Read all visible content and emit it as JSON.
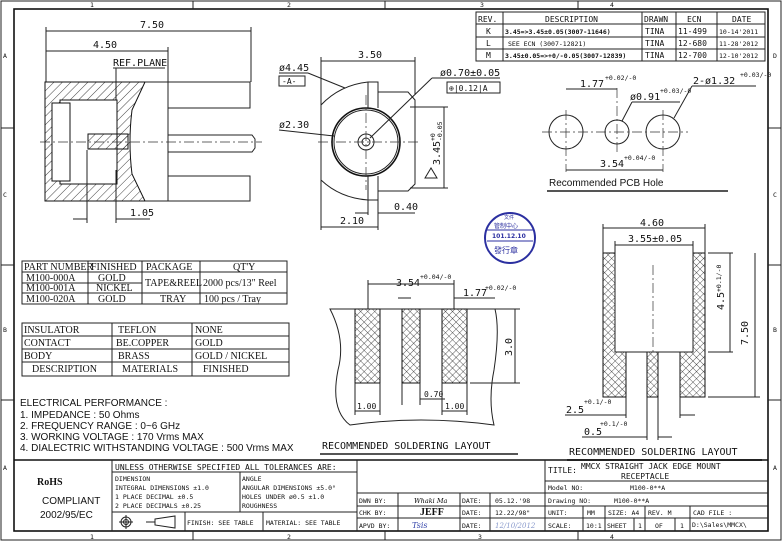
{
  "zones": {
    "top": [
      "1",
      "2",
      "3",
      "4"
    ],
    "left": [
      "A",
      "C",
      "B",
      "A"
    ],
    "right": [
      "D",
      "C",
      "B",
      "A"
    ]
  },
  "revisions": {
    "headers": [
      "REV.",
      "DESCRIPTION",
      "DRAWN",
      "ECN",
      "DATE"
    ],
    "rows": [
      [
        "K",
        "3.45=>3.45±0.05(3007-11646)",
        "TINA",
        "11-499",
        "10-14'2011"
      ],
      [
        "L",
        "SEE ECN (3007-12821)",
        "TINA",
        "12-680",
        "11-28'2012"
      ],
      [
        "M",
        "3.45±0.05=>+0/-0.05(3007-12839)",
        "TINA",
        "12-700",
        "12-10'2012"
      ]
    ]
  },
  "side_view": {
    "dim_total": "7.50",
    "dim_body": "4.50",
    "ref_plane": "REF.PLANE",
    "dim_pin": "1.05"
  },
  "front_view": {
    "width": "3.50",
    "outer_dia": "ø4.45",
    "datum": "-A-",
    "inner_dia": "ø2.30",
    "center_dia": "ø0.70±0.05",
    "position_tol": "⊕|0.12|A",
    "height": "3.45",
    "height_tol_upper": "+0",
    "height_tol_lower": "-0.05",
    "pin_gap": "0.40",
    "offset": "2.10"
  },
  "pcb_hole": {
    "title": "Recommended PCB Hole",
    "pitch": "1.77",
    "pitch_tol": "+0.02/-0",
    "center_dia": "ø0.91",
    "center_dia_tol": "+0.03/-0",
    "side_dia": "2-ø1.32",
    "side_dia_tol": "+0.03/-0",
    "span": "3.54",
    "span_tol": "+0.04/-0"
  },
  "stamp": {
    "top": "文件",
    "middle": "管制中心",
    "date": "101.12.10",
    "bottom": "發行章",
    "color": "#2b2fa0"
  },
  "solder_left": {
    "title": "RECOMMENDED SOLDERING LAYOUT",
    "span": "3.54",
    "span_tol": "+0.04/-0",
    "pitch": "1.77",
    "pitch_tol": "+0.02/-0",
    "depth": "3.0",
    "pad_left": "1.00",
    "gap": "0.70",
    "pad_right": "1.00"
  },
  "solder_right": {
    "title": "RECOMMENDED SOLDERING LAYOUT",
    "width": "4.60",
    "inner": "3.55±0.05",
    "body_len": "4.5",
    "body_tol": "+0.1/-0",
    "total_len": "7.50",
    "pad_w": "2.5",
    "pad_w_tol": "+0.1/-0",
    "pin_w": "0.5",
    "pin_w_tol": "+0.1/-0"
  },
  "parts_table": {
    "headers": [
      "PART NUMBER",
      "FINISHED",
      "PACKAGE",
      "QT'Y"
    ],
    "rows": [
      [
        "M100-000A",
        "GOLD"
      ],
      [
        "M100-001A",
        "NICKEL"
      ],
      [
        "M100-020A",
        "GOLD"
      ]
    ],
    "package_reel": "TAPE&REEL",
    "qty_reel": "2000 pcs/13\" Reel",
    "package_tray": "TRAY",
    "qty_tray": "100 pcs / Tray"
  },
  "materials_table": {
    "rows": [
      [
        "INSULATOR",
        "TEFLON",
        "NONE"
      ],
      [
        "CONTACT",
        "BE.COPPER",
        "GOLD"
      ],
      [
        "BODY",
        "BRASS",
        "GOLD / NICKEL"
      ],
      [
        "DESCRIPTION",
        "MATERIALS",
        "FINISHED"
      ]
    ]
  },
  "electrical": {
    "title": "ELECTRICAL PERFORMANCE :",
    "items": [
      "1. IMPEDANCE : 50 Ohms",
      "2. FREQUENCY RANGE : 0~6 GHz",
      "3. WORKING VOLTAGE : 170 Vrms MAX",
      "4. DIALECTRIC WITHSTANDING VOLTAGE : 500 Vrms MAX"
    ]
  },
  "title_block": {
    "rohs": "RoHS",
    "compliant": "COMPLIANT",
    "directive": "2002/95/EC",
    "tolerance_header": "UNLESS OTHERWISE SPECIFIED ALL TOLERANCES ARE:",
    "dim_lines": [
      "DIMENSION",
      "INTEGRAL  DIMENSIONS  ±1.0",
      "1 PLACE   DECIMAL    ±0.5",
      "2 PLACE    DECIMALS   ±0.25"
    ],
    "angle_lines": [
      "ANGLE",
      "ANGULAR DIMENSIONS ±5.0°",
      "HOLES UNDER ø0.5 ±1.0",
      "ROUGHNESS"
    ],
    "finish": "FINISH: SEE TABLE",
    "material": "MATERIAL: SEE TABLE",
    "dwn_label": "DWN BY:",
    "dwn_name": "Whaki Ma",
    "chk_label": "CHK BY:",
    "chk_name": "JEFF",
    "apvd_label": "APVD BY:",
    "apvd_name": "Tsis",
    "date_label": "DATE:",
    "dwn_date": "05.12.'98",
    "chk_date": "12.22/98\"",
    "apvd_date": "12/10/2012",
    "title_label": "TITLE:",
    "title_line1": "MMCX STRAIGHT JACK EDGE MOUNT",
    "title_line2": "RECEPTACLE",
    "model_label": "Model NO:",
    "model": "M100-0**A",
    "drawing_label": "Drawing NO:",
    "drawing": "M100-0**A",
    "unit_label": "UNIT:",
    "unit": "MM",
    "size": "SIZE: A4",
    "rev": "REV. M",
    "cad_label": "CAD FILE :",
    "scale_label": "SCALE:",
    "scale": "10:1",
    "sheet_label": "SHEET",
    "sheet": "1",
    "of_label": "OF",
    "sheets": "1",
    "cad_path": "D:\\Sales\\MMCX\\"
  }
}
